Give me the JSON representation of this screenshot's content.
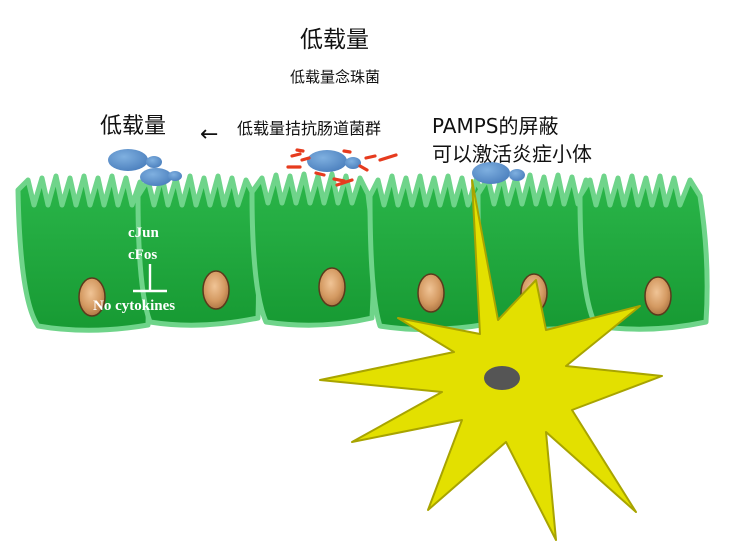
{
  "labels": {
    "title": "低载量",
    "subtitle": "低载量念珠菌",
    "left_label": "低载量",
    "arrow": "←",
    "antagonize": "低载量拮抗肠道菌群",
    "pamps_line1": "PAMPS的屏蔽",
    "pamps_line2": "可以激活炎症小体",
    "cjun": "cJun",
    "cfos": "cFos",
    "no_cytokines": "No cytokines"
  },
  "colors": {
    "epithelium": "#1fa339",
    "epithelium_edge": "#6fd48a",
    "nucleus": "#d49a62",
    "nucleus_edge": "#5a3a1c",
    "yeast": "#5b8fc9",
    "bacteria": "#e63b1e",
    "dendritic_cell": "#e3e000",
    "dendritic_edge": "#a8a400",
    "dendritic_nucleus": "#555555"
  }
}
